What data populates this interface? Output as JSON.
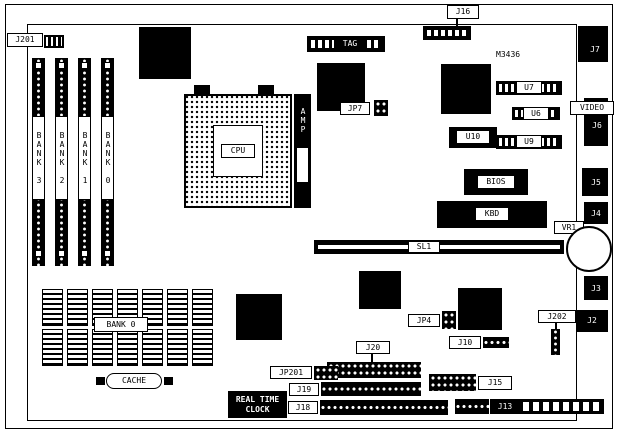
{
  "board": {
    "part_number": "M3436",
    "top": {
      "j201": "J201",
      "j16": "J16",
      "tag": "TAG"
    },
    "memory": {
      "banks": [
        {
          "label": "BANK 3"
        },
        {
          "label": "BANK 2"
        },
        {
          "label": "BANK 1"
        },
        {
          "label": "BANK 0"
        }
      ]
    },
    "cpu_area": {
      "cpu": "CPU",
      "amp": "AMP",
      "jp7": "JP7"
    },
    "chips": {
      "u7": "U7",
      "u6": "U6",
      "u10": "U10",
      "u9": "U9",
      "bios": "BIOS",
      "kbd": "KBD"
    },
    "right_edge": {
      "j7": "J7",
      "video": "VIDEO",
      "j6": "J6",
      "j5": "J5",
      "j4": "J4",
      "vr1": "VR1",
      "j3": "J3",
      "j202": "J202",
      "j2": "J2"
    },
    "slots": {
      "sl1": "SL1"
    },
    "cache_area": {
      "bank0": "BANK 0",
      "cache": "CACHE"
    },
    "bottom": {
      "j20": "J20",
      "jp201": "JP201",
      "j19": "J19",
      "j18": "J18",
      "rtc_line1": "REAL TIME",
      "rtc_line2": "CLOCK",
      "jp4": "JP4",
      "j10": "J10",
      "j15": "J15",
      "j13": "J13"
    }
  }
}
